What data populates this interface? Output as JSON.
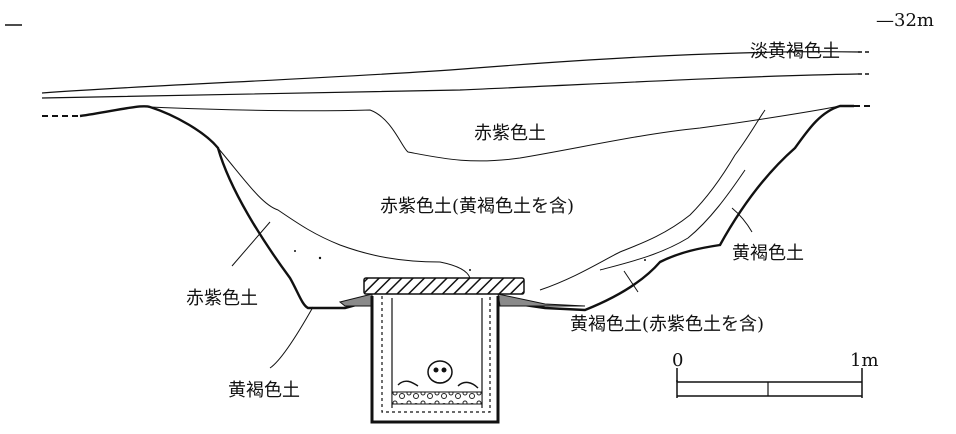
{
  "elevation_mark": "—32m",
  "layers": {
    "pale_yellow_brown": "淡黄褐色土",
    "red_purple_top": "赤紫色土",
    "red_purple_mixed": "赤紫色土(黄褐色土を含)",
    "yellow_brown_right": "黄褐色土",
    "red_purple_left": "赤紫色土",
    "yellow_brown_mixed": "黄褐色土(赤紫色土を含)",
    "yellow_brown_bottom": "黄褐色土"
  },
  "scale_bar": {
    "start_label": "0",
    "end_label": "1m"
  }
}
